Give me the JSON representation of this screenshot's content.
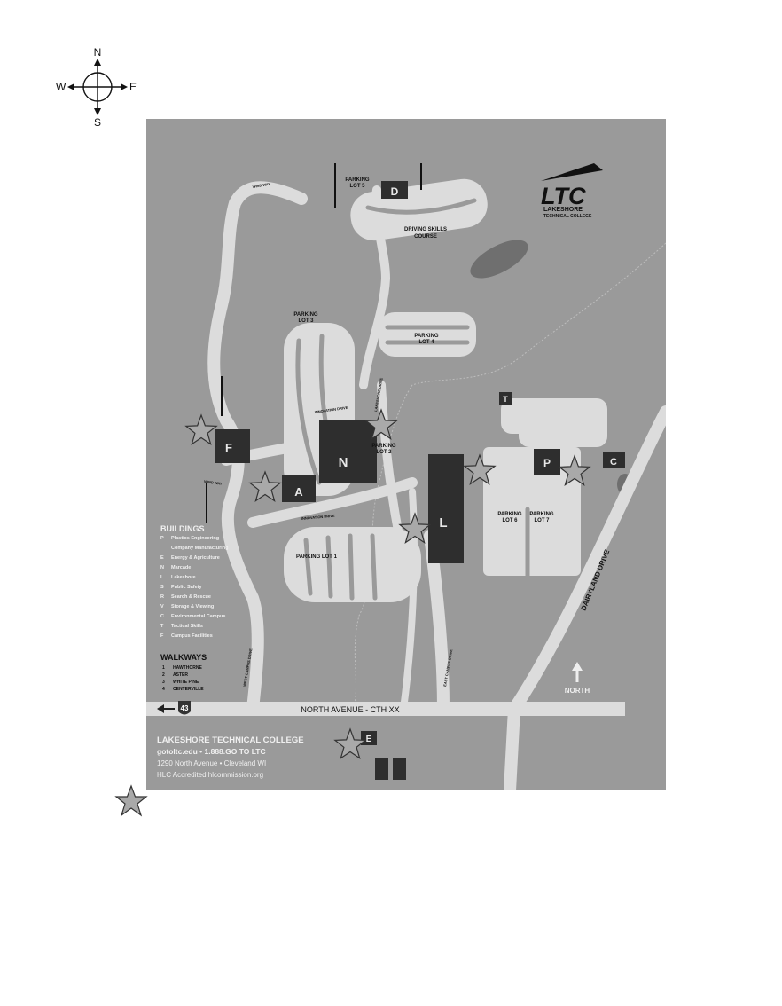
{
  "compass": {
    "n": "N",
    "s": "S",
    "e": "E",
    "w": "W"
  },
  "logo": {
    "mark": "LTC",
    "line1": "LAKESHORE",
    "line2": "TECHNICAL COLLEGE"
  },
  "parking": {
    "lot5": [
      "PARKING",
      "LOT 5"
    ],
    "lot3": [
      "PARKING",
      "LOT 3"
    ],
    "lot4": [
      "PARKING",
      "LOT 4"
    ],
    "lot2": [
      "PARKING",
      "LOT 2"
    ],
    "lot1": "PARKING LOT 1",
    "lot6": [
      "PARKING",
      "LOT 6"
    ],
    "lot7": [
      "PARKING",
      "LOT 7"
    ]
  },
  "driving_course": [
    "DRIVING SKILLS",
    "COURSE"
  ],
  "building_letters": {
    "d": "D",
    "f": "F",
    "a": "A",
    "n": "N",
    "l": "L",
    "p": "P",
    "c": "C",
    "t": "T",
    "e": "E"
  },
  "roads": {
    "wind_way_top": "WIND WAY",
    "wind_way_left": "WIND WAY",
    "innovation_drive": "INNOVATION DRIVE",
    "innovation_drive_lower": "INNOVATION DRIVE",
    "lakeshore_drive": "LAKESHORE DRIVE",
    "west_campus_drive": "WEST CAMPUS DRIVE",
    "east_campus_drive": "EAST CAMPUS DRIVE",
    "dairyland_drive": "DAIRYLAND DRIVE",
    "north_avenue": "NORTH AVENUE - CTH XX",
    "highway_number": "43"
  },
  "north_label": "NORTH",
  "buildings_legend": {
    "heading": "BUILDINGS",
    "items": [
      {
        "letter": "P",
        "label": "Plastics Engineering"
      },
      {
        "letter": "",
        "label": "Company Manufacturing"
      },
      {
        "letter": "E",
        "label": "Energy & Agriculture"
      },
      {
        "letter": "N",
        "label": "Marcade"
      },
      {
        "letter": "L",
        "label": "Lakeshore"
      },
      {
        "letter": "S",
        "label": "Public Safety"
      },
      {
        "letter": "R",
        "label": "Search & Rescue"
      },
      {
        "letter": "V",
        "label": "Storage & Viewing"
      },
      {
        "letter": "C",
        "label": "Environmental Campus"
      },
      {
        "letter": "T",
        "label": "Tactical Skills"
      },
      {
        "letter": "F",
        "label": "Campus Facilities"
      }
    ]
  },
  "walkways_legend": {
    "heading": "WALKWAYS",
    "items": [
      {
        "num": "1",
        "label": "HAWTHORNE"
      },
      {
        "num": "2",
        "label": "ASTER"
      },
      {
        "num": "3",
        "label": "WHITE PINE"
      },
      {
        "num": "4",
        "label": "CENTERVILLE"
      }
    ]
  },
  "college_info": {
    "name": "LAKESHORE TECHNICAL COLLEGE",
    "contact": "gotoltc.edu • 1.888.GO TO LTC",
    "address": "1290 North Avenue • Cleveland WI",
    "accreditation": "HLC Accredited hlcommission.org"
  },
  "colors": {
    "map_background": "#9a9a9a",
    "road": "#dcdcdc",
    "building": "#2e2e2e",
    "pond": "#6f6f6f",
    "star_fill": "#a9a9a9",
    "star_stroke": "#333333"
  }
}
